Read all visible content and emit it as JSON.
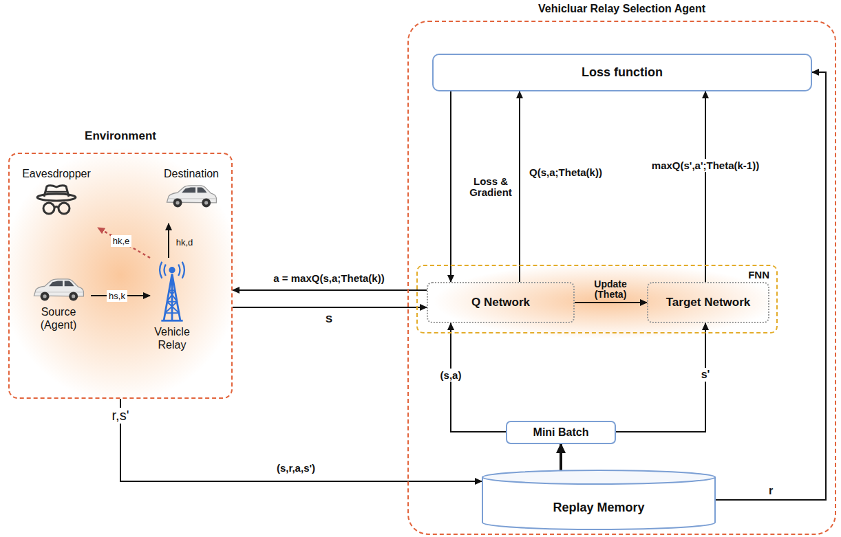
{
  "diagram": {
    "nodes": [
      {
        "text": [
          "Environment"
        ]
      },
      {
        "text": [
          "Eavesdropper"
        ],
        "in": 0
      },
      {
        "text": [
          "Destination"
        ],
        "in": 0
      },
      {
        "text": [
          "Source (Agent)"
        ],
        "in": 0
      },
      {
        "text": [
          "Vehicle Relay"
        ],
        "in": 0
      },
      {
        "text": [
          "Vehicluar Relay Selection Agent"
        ]
      },
      {
        "text": [
          "Loss function"
        ],
        "in": 5
      },
      {
        "text": [
          "FNN"
        ],
        "in": 5
      },
      {
        "text": [
          "Q Network"
        ],
        "in": 7
      },
      {
        "text": [
          "Target Network"
        ],
        "in": 7
      },
      {
        "text": [
          "Mini Batch"
        ],
        "in": 5
      },
      {
        "text": [
          "Replay Memory"
        ],
        "in": 5
      }
    ],
    "edges": [
      {
        "from": 3,
        "to": 4,
        "label": "hs,k",
        "arrow": "to"
      },
      {
        "from": 4,
        "to": 2,
        "label": "hk,d",
        "arrow": "to"
      },
      {
        "from": 4,
        "to": 1,
        "label": "hk,e",
        "arrow": "to"
      },
      {
        "from": 8,
        "to": 6,
        "label": "Q(s,a;Theta(k))",
        "arrow": "to"
      },
      {
        "from": 6,
        "to": 8,
        "label": "Loss & Gradient",
        "arrow": "to"
      },
      {
        "from": 9,
        "to": 6,
        "label": "maxQ(s',a';Theta(k-1))",
        "arrow": "to"
      },
      {
        "from": 8,
        "to": 9,
        "label": "Update (Theta)",
        "arrow": "to"
      },
      {
        "from": 8,
        "to": 0,
        "label": "a = maxQ(s,a;Theta(k))",
        "arrow": "to"
      },
      {
        "from": 0,
        "to": 8,
        "label": "S",
        "arrow": "to"
      },
      {
        "from": 0,
        "to": 11,
        "label": "(s,r,a,s')",
        "arrow": "to"
      },
      {
        "from": 11,
        "to": 10,
        "arrow": "to"
      },
      {
        "from": 10,
        "to": 8,
        "label": "(s,a)",
        "arrow": "to"
      },
      {
        "from": 10,
        "to": 9,
        "label": "s'",
        "arrow": "to"
      },
      {
        "from": 11,
        "to": 6,
        "label": "r",
        "arrow": "to"
      }
    ],
    "labels": [
      "r,s'"
    ]
  }
}
